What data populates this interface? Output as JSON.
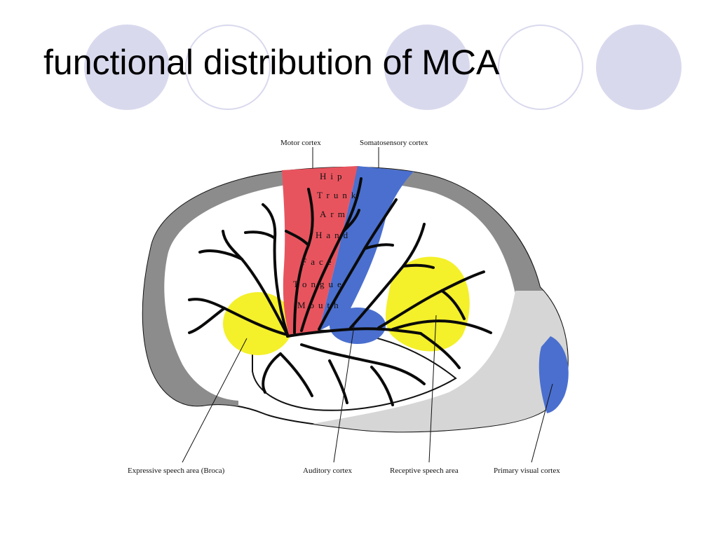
{
  "slide": {
    "title": "functional distribution of MCA"
  },
  "diagram": {
    "labels": {
      "motor_cortex": "Motor cortex",
      "somatosensory_cortex": "Somatosensory cortex",
      "expressive_speech_area": "Expressive speech area (Broca)",
      "auditory_cortex": "Auditory cortex",
      "receptive_speech_area": "Receptive speech area",
      "primary_visual_cortex": "Primary visual cortex"
    },
    "homunculus": {
      "hip": "Hip",
      "trunk": "Trunk",
      "arm": "Arm",
      "hand": "Hand",
      "face": "Face",
      "tongue": "Tongue",
      "mouth": "Mouth"
    },
    "colors": {
      "motor": "#e8545e",
      "sensory": "#4a6fcf",
      "speech": "#f4f02a",
      "aca_territory": "#8c8c8c",
      "pca_territory": "#d6d6d6",
      "deco_circle": "#d9d9ee"
    }
  }
}
